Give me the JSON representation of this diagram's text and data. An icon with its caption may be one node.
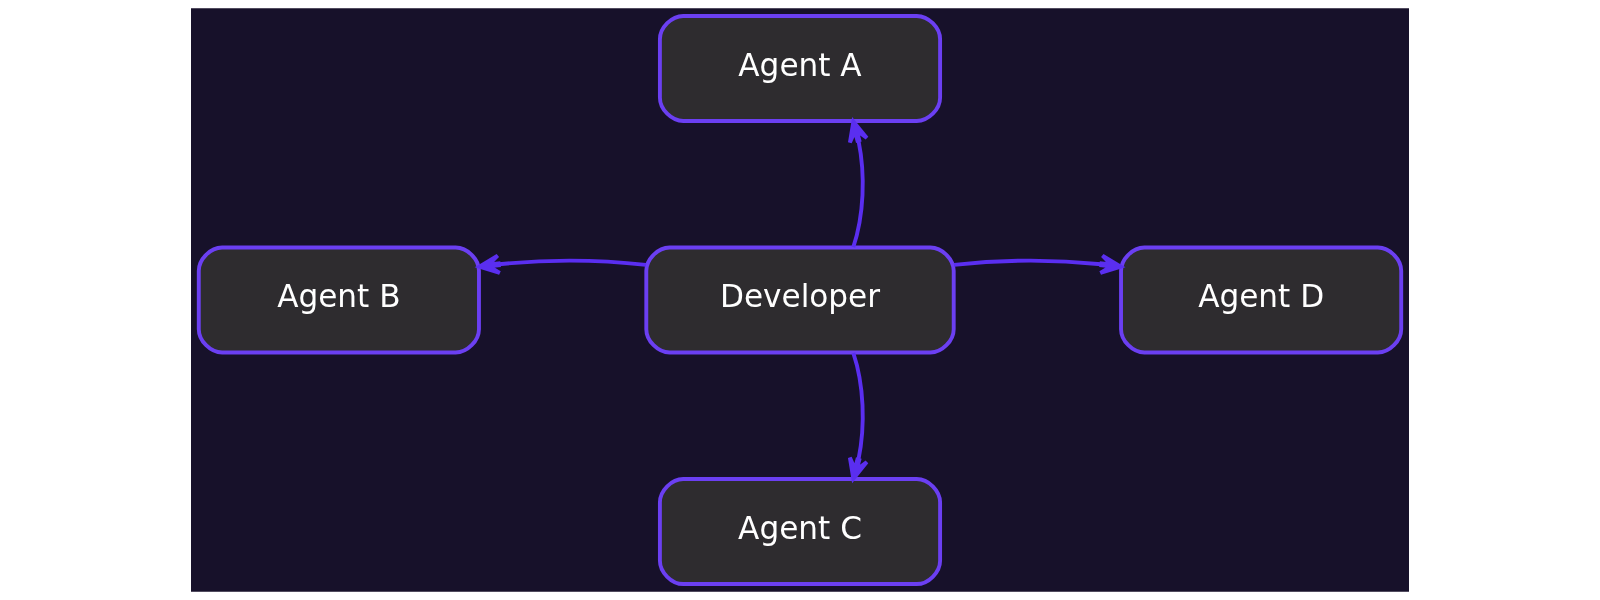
{
  "diagram": {
    "nodes": [
      {
        "text": [
          "Agent A"
        ]
      },
      {
        "text": [
          "Agent B"
        ]
      },
      {
        "text": [
          "Developer"
        ]
      },
      {
        "text": [
          "Agent D"
        ]
      },
      {
        "text": [
          "Agent C"
        ]
      }
    ],
    "edges": [
      {
        "from": 2,
        "to": 0,
        "arrow": "to"
      },
      {
        "from": 2,
        "to": 1,
        "arrow": "to"
      },
      {
        "from": 2,
        "to": 4,
        "arrow": "to"
      },
      {
        "from": 2,
        "to": 3,
        "arrow": "to"
      }
    ]
  }
}
